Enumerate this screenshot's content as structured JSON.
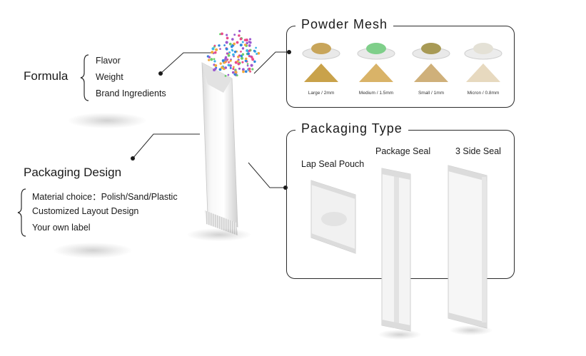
{
  "formula": {
    "title": "Formula",
    "items": [
      "Flavor",
      "Weight",
      "Brand Ingredients"
    ]
  },
  "packaging_design": {
    "title": "Packaging Design",
    "items": [
      "Material choice：Polish/Sand/Plastic",
      "Customized Layout Design",
      "Your own label"
    ]
  },
  "powder_mesh": {
    "title": "Powder Mesh",
    "samples": [
      {
        "label": "Large / 2mm",
        "color": "#c9a24a"
      },
      {
        "label": "Medium / 1.5mm",
        "color": "#d9b368"
      },
      {
        "label": "Small / 1mm",
        "color": "#cfb07a"
      },
      {
        "label": "Micron / 0.8mm",
        "color": "#e7d9bf"
      }
    ],
    "bowl_colors": [
      "#c8a55a",
      "#7fcf8a",
      "#a89a55",
      "#e4e1d6"
    ]
  },
  "packaging_type": {
    "title": "Packaging Type",
    "types": [
      "Lap Seal Pouch",
      "Package Seal",
      "3 Side Seal"
    ]
  },
  "colors": {
    "line": "#2b2b2b",
    "sachet": "#f3f3f3",
    "particles": [
      "#e94b8a",
      "#3fb6e8",
      "#9b59d0",
      "#f2a93b",
      "#6ccf6c",
      "#2e86de"
    ]
  }
}
